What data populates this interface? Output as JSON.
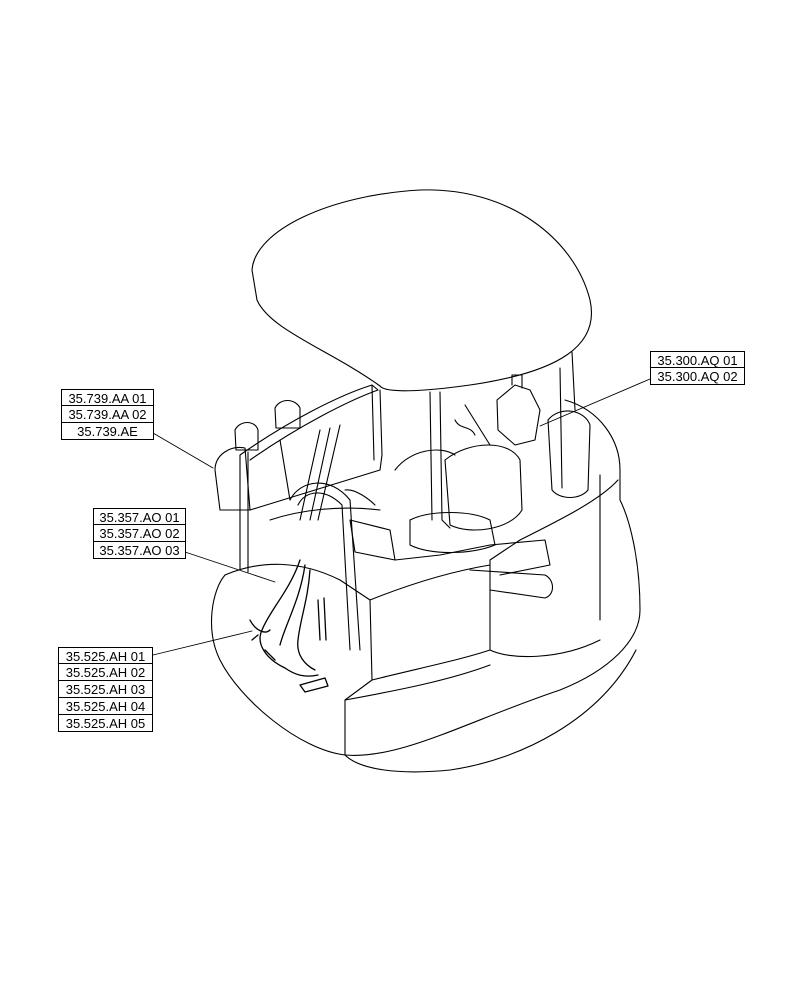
{
  "callouts": {
    "canopy_wiring": [
      "35.300.AQ 01",
      "35.300.AQ 02"
    ],
    "left_console": [
      "35.739.AA 01",
      "35.739.AA 02",
      "35.739.AE"
    ],
    "pilot_lines": [
      "35.357.AO 01",
      "35.357.AO 02",
      "35.357.AO 03"
    ],
    "floor_harness": [
      "35.525.AH 01",
      "35.525.AH 02",
      "35.525.AH 03",
      "35.525.AH 04",
      "35.525.AH 05"
    ]
  }
}
